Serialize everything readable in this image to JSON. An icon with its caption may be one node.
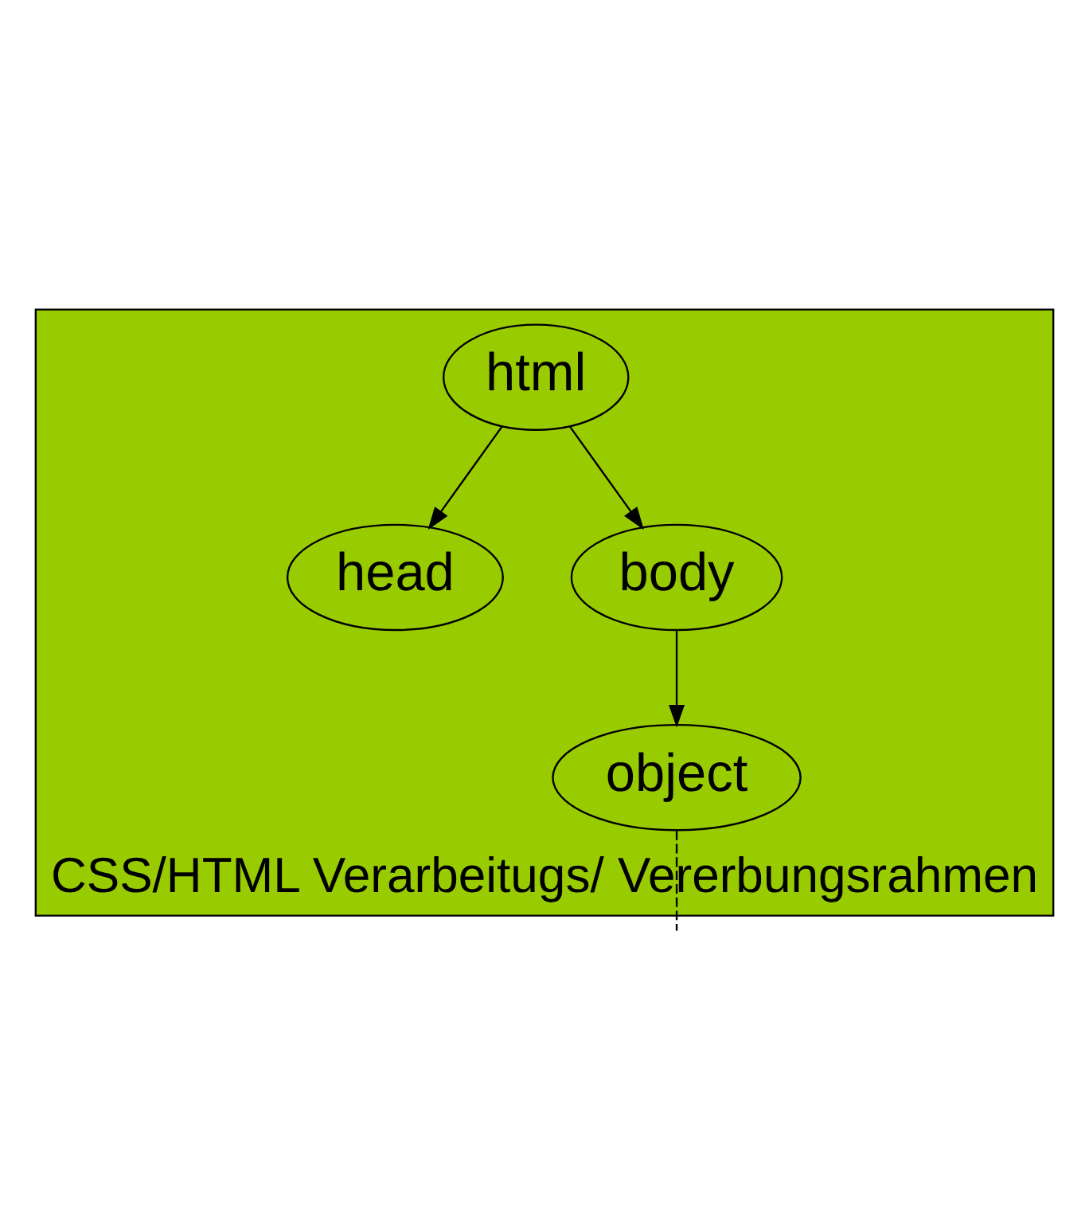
{
  "diagram": {
    "nodes": [
      {
        "text": [
          "CSS/HTML Verarbeitugs/ Vererbungsrahmen"
        ]
      },
      {
        "text": [
          "html"
        ],
        "in": 0
      },
      {
        "text": [
          "head"
        ],
        "in": 0
      },
      {
        "text": [
          "body"
        ],
        "in": 0
      },
      {
        "text": [
          "object"
        ],
        "in": 0
      }
    ],
    "edges": [
      {
        "from": 1,
        "to": 2,
        "arrow": "to"
      },
      {
        "from": 1,
        "to": 3,
        "arrow": "to"
      },
      {
        "from": 3,
        "to": 4,
        "arrow": "to"
      },
      {
        "from": 4,
        "to": null,
        "arrow": "none",
        "style": "dashed"
      }
    ]
  }
}
